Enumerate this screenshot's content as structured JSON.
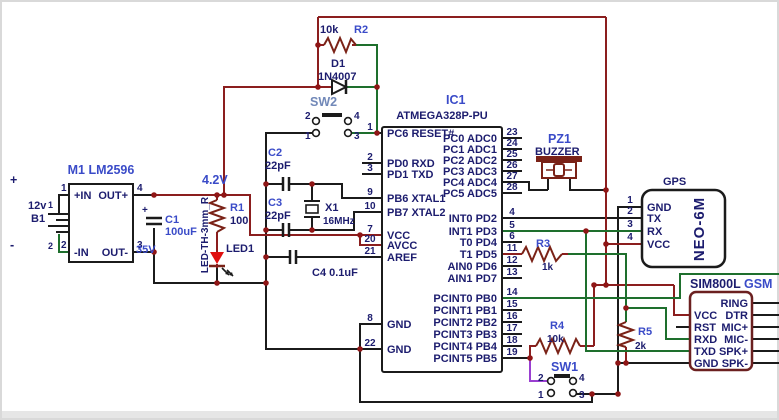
{
  "colors": {
    "wire_black": "#1b1b1b",
    "wire_red": "#8b1e1e",
    "wire_green": "#1e6f2d",
    "wire_purple": "#9a3fd1",
    "resistor_body": "#7a2217",
    "junction_dot": "#8f1616",
    "led_red": "#e01010",
    "designator_blue": "#3a4bc8",
    "value_navy": "#1c1c6e",
    "switch_label_slate": "#7188b8"
  },
  "power": {
    "plus": "+",
    "minus": "-",
    "battery_voltage": "12v",
    "battery_ref": "B1",
    "pin1": "1",
    "pin2": "2"
  },
  "regulator": {
    "ref": "M1 LM2596",
    "pin_in_plus": "+IN",
    "pin_out_plus": "OUT+",
    "pin_in_minus": "-IN",
    "pin_out_minus": "OUT-",
    "num1": "1",
    "num2": "2",
    "num3": "3",
    "num4": "4"
  },
  "c1": {
    "ref": "C1",
    "value": "100uF",
    "voltage": "35V",
    "plus": "+"
  },
  "rail": {
    "label": "4.2V"
  },
  "r1": {
    "ref": "R1",
    "value": "100"
  },
  "led": {
    "ref": "LED1",
    "part": "LED-TH-3mm_R"
  },
  "r2": {
    "ref": "R2",
    "value": "10k"
  },
  "d1": {
    "ref": "D1",
    "value": "1N4007"
  },
  "sw2": {
    "ref": "SW2",
    "p1": "1",
    "p2": "2",
    "p3": "3",
    "p4": "4"
  },
  "ic1": {
    "ref": "IC1",
    "part": "ATMEGA328P-PU",
    "left_pins": [
      {
        "num": "1",
        "label": "PC6 RESET#"
      },
      {
        "num": "2",
        "label": "PD0 RXD"
      },
      {
        "num": "3",
        "label": "PD1 TXD"
      },
      {
        "num": "9",
        "label": "PB6 XTAL1"
      },
      {
        "num": "10",
        "label": "PB7 XTAL2"
      },
      {
        "num": "7",
        "label": "VCC"
      },
      {
        "num": "20",
        "label": "AVCC"
      },
      {
        "num": "21",
        "label": "AREF"
      },
      {
        "num": "8",
        "label": "GND"
      },
      {
        "num": "22",
        "label": "GND"
      }
    ],
    "right_pins": [
      {
        "num": "23",
        "label": "PC0 ADC0"
      },
      {
        "num": "24",
        "label": "PC1 ADC1"
      },
      {
        "num": "25",
        "label": "PC2 ADC2"
      },
      {
        "num": "26",
        "label": "PC3 ADC3"
      },
      {
        "num": "27",
        "label": "PC4 ADC4"
      },
      {
        "num": "28",
        "label": "PC5 ADC5"
      },
      {
        "num": "4",
        "label": "INT0 PD2"
      },
      {
        "num": "5",
        "label": "INT1 PD3"
      },
      {
        "num": "6",
        "label": "T0 PD4"
      },
      {
        "num": "11",
        "label": "T1 PD5"
      },
      {
        "num": "12",
        "label": "AIN0 PD6"
      },
      {
        "num": "13",
        "label": "AIN1 PD7"
      },
      {
        "num": "14",
        "label": "PCINT0 PB0"
      },
      {
        "num": "15",
        "label": "PCINT1 PB1"
      },
      {
        "num": "16",
        "label": "PCINT2 PB2"
      },
      {
        "num": "17",
        "label": "PCINT3 PB3"
      },
      {
        "num": "18",
        "label": "PCINT4 PB4"
      },
      {
        "num": "19",
        "label": "PCINT5 PB5"
      }
    ]
  },
  "c2": {
    "ref": "C2",
    "value": "22pF"
  },
  "c3": {
    "ref": "C3",
    "value": "22pF"
  },
  "x1": {
    "ref": "X1",
    "value": "16MHz"
  },
  "c4": {
    "label": "C4 0.1uF"
  },
  "pz1": {
    "ref": "PZ1",
    "label": "BUZZER"
  },
  "gps": {
    "title": "GPS",
    "part": "NEO-6M",
    "pins": [
      {
        "num": "1",
        "label": "GND"
      },
      {
        "num": "2",
        "label": "TX"
      },
      {
        "num": "3",
        "label": "RX"
      },
      {
        "num": "4",
        "label": "VCC"
      }
    ]
  },
  "r3": {
    "ref": "R3",
    "value": "1k"
  },
  "r4": {
    "ref": "R4",
    "value": "10k"
  },
  "r5": {
    "ref": "R5",
    "value": "2k"
  },
  "sw1": {
    "ref": "SW1",
    "p1": "1",
    "p2": "2",
    "p3": "3",
    "p4": "4"
  },
  "sim": {
    "ref": "SIM800L",
    "tag": "GSM",
    "left_pins": [
      "VCC",
      "RST",
      "RXD",
      "TXD",
      "GND"
    ],
    "right_pins": [
      "RING",
      "DTR",
      "MIC+",
      "MIC-",
      "SPK+",
      "SPK-"
    ]
  }
}
